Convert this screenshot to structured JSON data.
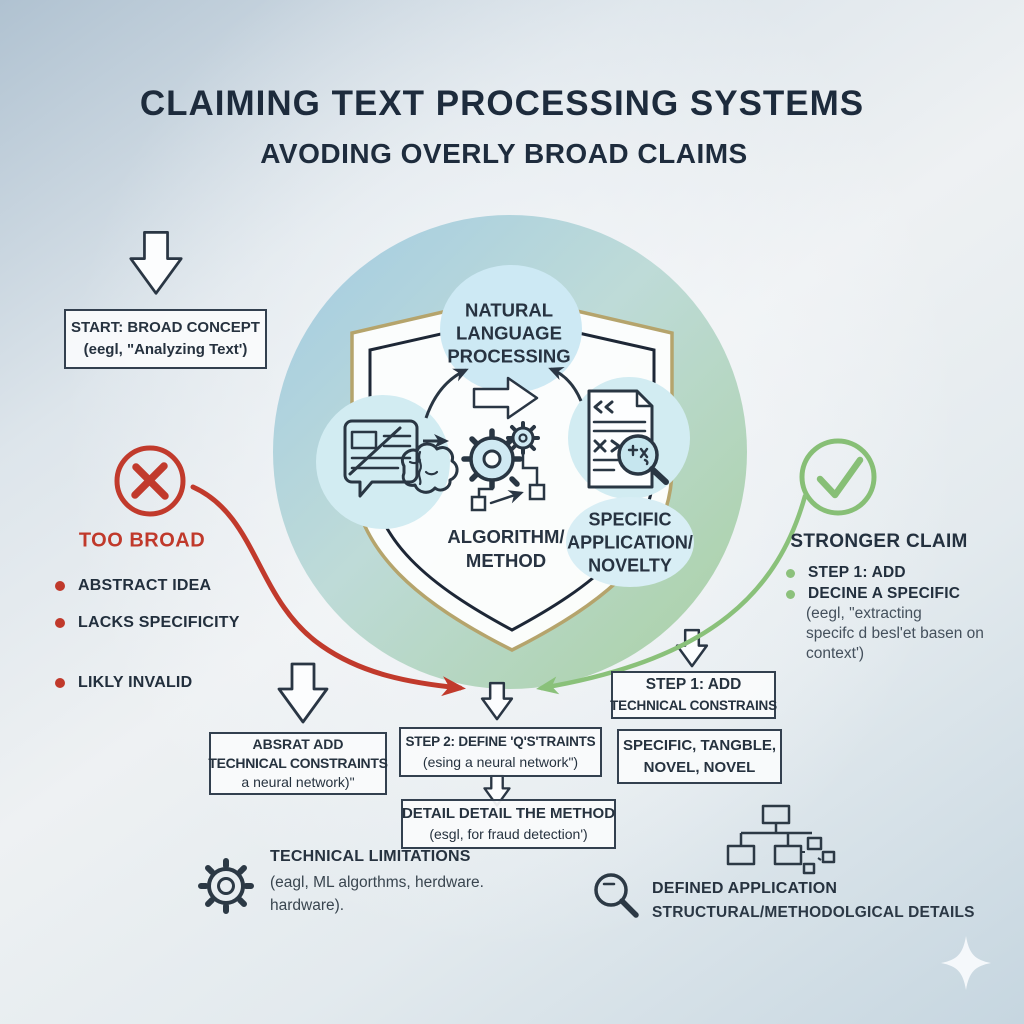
{
  "header": {
    "title": "CLAIMING TEXT PROCESSING SYSTEMS",
    "subtitle": "AVODING OVERLY BROAD CLAIMS"
  },
  "left_flow": {
    "start_box": "START: BROAD CONCEPT\n(eegl, \"Analyzing Text')",
    "too_broad_heading": "TOO BROAD",
    "bullets": [
      "ABSTRACT IDEA",
      "LACKS SPECIFICITY",
      "LIKLY INVALID"
    ]
  },
  "shield": {
    "nlp_label": "NATURAL\nLANGUAGE\nPROCESSING",
    "algorithm_label": "ALGORITHM/\nMETHOD",
    "application_label": "SPECIFIC\nAPPLICATION/\nNOVELTY"
  },
  "right_flow": {
    "heading": "STRONGER CLAIM",
    "bullets": [
      "STEP 1: ADD",
      "DECINE A SPECIFIC"
    ],
    "note": "(eegl, \"extracting\nspecifc d besl'et basen on\ncontext')"
  },
  "process_boxes": {
    "abstract_l1": "ABSRAT ADD",
    "abstract_l2": "TECHNICAL CONSTRAINTS",
    "abstract_l3": "a neural network)\"",
    "step2_title": "STEP 2: DEFINE 'Q'S'TRAINTS",
    "step2_sub": "(esing a neural network\")",
    "detail_title": "DETAIL DETAIL THE METHOD",
    "detail_sub": "(esgl, for fraud detection')",
    "step1_title": "STEP 1: ADD",
    "step1_sub": "TECHNICAL CONSTRAINS",
    "specific": "SPECIFIC, TANGBLE,\nNOVEL, NOVEL"
  },
  "footer": {
    "tech_heading": "TECHNICAL LIMITATIONS",
    "tech_note": "(eagl, ML algorthms, herdware.\nhardware).",
    "app_heading": "DEFINED APPLICATION",
    "app_sub": "STRUCTURAL/METHODOLGICAL DETAILS"
  },
  "colors": {
    "navy": "#24313f",
    "red": "#c13a2c",
    "green": "#8ac17a",
    "gold": "#b5a46c",
    "light_blue_fill": "#cfe9f3"
  }
}
